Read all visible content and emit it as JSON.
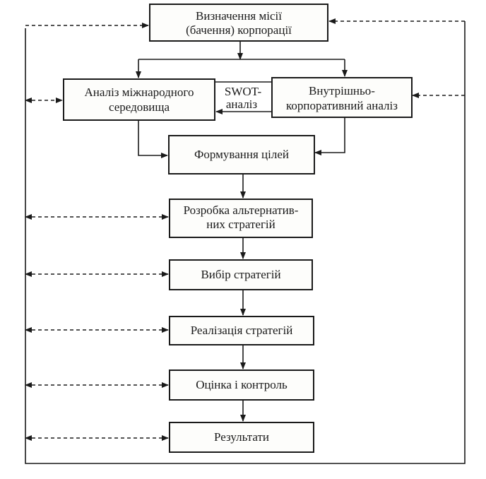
{
  "diagram": {
    "boxes": {
      "mission": {
        "line1": "Визначення місії",
        "line2": "(бачення) корпорації"
      },
      "international": {
        "line1": "Аналіз міжнародного",
        "line2": "середовища"
      },
      "internal": {
        "line1": "Внутрішньо-",
        "line2": "корпоративний аналіз"
      },
      "goals": {
        "line1": "Формування цілей"
      },
      "alternatives": {
        "line1": "Розробка альтернатив-",
        "line2": "них стратегій"
      },
      "choice": {
        "line1": "Вибір стратегій"
      },
      "implementation": {
        "line1": "Реалізація стратегій"
      },
      "evaluation": {
        "line1": "Оцінка і контроль"
      },
      "results": {
        "line1": "Результати"
      }
    },
    "swot": {
      "line1": "SWOT-",
      "line2": "аналіз"
    }
  }
}
